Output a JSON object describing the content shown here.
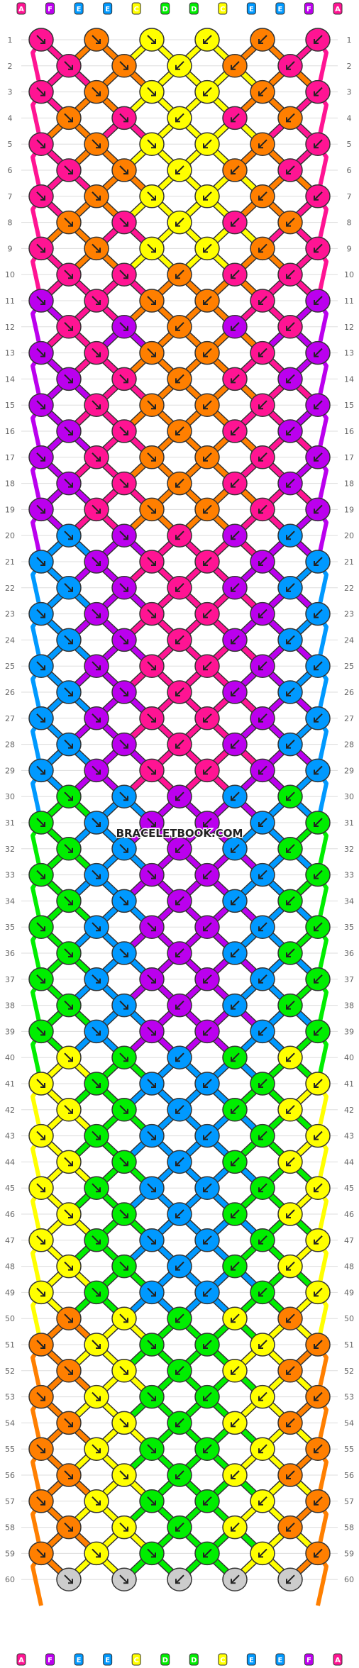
{
  "pattern": {
    "rows": 60,
    "strings": 12,
    "string_letters": [
      "A",
      "F",
      "E",
      "E",
      "C",
      "D",
      "D",
      "C",
      "E",
      "E",
      "F",
      "A"
    ],
    "bottom_letters": [
      "A",
      "F",
      "E",
      "E",
      "C",
      "D",
      "D",
      "C",
      "E",
      "E",
      "F",
      "A"
    ],
    "watermark": "BRACELETBOOK.COM"
  },
  "palette": {
    "A": "#ff1493",
    "B": "#ff7f00",
    "C": "#ffff00",
    "D": "#00ee00",
    "E": "#0099ff",
    "F": "#bb00ee",
    "line": "#555555",
    "grid": "#dddddd",
    "text": "#666666"
  },
  "row_colors": [
    [
      "A",
      "B",
      "C",
      "C",
      "B",
      "A"
    ],
    [
      "A",
      "B",
      "C",
      "C",
      "B",
      "A"
    ],
    [
      "A",
      "B",
      "C",
      "C",
      "B",
      "A"
    ],
    [
      "B",
      "A",
      "C",
      "C",
      "A",
      "B"
    ],
    [
      "A",
      "B",
      "C",
      "C",
      "B",
      "A"
    ],
    [
      "A",
      "B",
      "C",
      "C",
      "B",
      "A"
    ],
    [
      "A",
      "B",
      "C",
      "C",
      "B",
      "A"
    ],
    [
      "B",
      "A",
      "C",
      "C",
      "A",
      "B"
    ],
    [
      "A",
      "B",
      "C",
      "C",
      "B",
      "A"
    ],
    [
      "A",
      "A",
      "B",
      "B",
      "A",
      "A"
    ],
    [
      "F",
      "A",
      "B",
      "B",
      "A",
      "F"
    ],
    [
      "A",
      "F",
      "B",
      "B",
      "F",
      "A"
    ],
    [
      "F",
      "A",
      "B",
      "B",
      "A",
      "F"
    ],
    [
      "F",
      "A",
      "B",
      "B",
      "A",
      "F"
    ],
    [
      "F",
      "A",
      "B",
      "B",
      "A",
      "F"
    ],
    [
      "F",
      "A",
      "B",
      "B",
      "A",
      "F"
    ],
    [
      "F",
      "A",
      "B",
      "B",
      "A",
      "F"
    ],
    [
      "F",
      "A",
      "B",
      "B",
      "A",
      "F"
    ],
    [
      "F",
      "A",
      "B",
      "B",
      "A",
      "F"
    ],
    [
      "E",
      "F",
      "A",
      "A",
      "F",
      "E"
    ],
    [
      "E",
      "F",
      "A",
      "A",
      "F",
      "E"
    ],
    [
      "E",
      "F",
      "A",
      "A",
      "F",
      "E"
    ],
    [
      "E",
      "F",
      "A",
      "A",
      "F",
      "E"
    ],
    [
      "E",
      "F",
      "A",
      "A",
      "F",
      "E"
    ],
    [
      "E",
      "F",
      "A",
      "A",
      "F",
      "E"
    ],
    [
      "E",
      "F",
      "A",
      "A",
      "F",
      "E"
    ],
    [
      "E",
      "F",
      "A",
      "A",
      "F",
      "E"
    ],
    [
      "E",
      "F",
      "A",
      "A",
      "F",
      "E"
    ],
    [
      "E",
      "F",
      "A",
      "A",
      "F",
      "E"
    ],
    [
      "D",
      "E",
      "F",
      "F",
      "E",
      "D"
    ],
    [
      "D",
      "E",
      "F",
      "F",
      "E",
      "D"
    ],
    [
      "D",
      "E",
      "F",
      "F",
      "E",
      "D"
    ],
    [
      "D",
      "E",
      "F",
      "F",
      "E",
      "D"
    ],
    [
      "D",
      "E",
      "F",
      "F",
      "E",
      "D"
    ],
    [
      "D",
      "E",
      "F",
      "F",
      "E",
      "D"
    ],
    [
      "D",
      "E",
      "F",
      "F",
      "E",
      "D"
    ],
    [
      "D",
      "E",
      "F",
      "F",
      "E",
      "D"
    ],
    [
      "D",
      "E",
      "F",
      "F",
      "E",
      "D"
    ],
    [
      "D",
      "E",
      "F",
      "F",
      "E",
      "D"
    ],
    [
      "C",
      "D",
      "E",
      "E",
      "D",
      "C"
    ],
    [
      "C",
      "D",
      "E",
      "E",
      "D",
      "C"
    ],
    [
      "C",
      "D",
      "E",
      "E",
      "D",
      "C"
    ],
    [
      "C",
      "D",
      "E",
      "E",
      "D",
      "C"
    ],
    [
      "C",
      "D",
      "E",
      "E",
      "D",
      "C"
    ],
    [
      "C",
      "D",
      "E",
      "E",
      "D",
      "C"
    ],
    [
      "C",
      "D",
      "E",
      "E",
      "D",
      "C"
    ],
    [
      "C",
      "D",
      "E",
      "E",
      "D",
      "C"
    ],
    [
      "C",
      "D",
      "E",
      "E",
      "D",
      "C"
    ],
    [
      "C",
      "D",
      "E",
      "E",
      "D",
      "C"
    ],
    [
      "B",
      "C",
      "D",
      "D",
      "C",
      "B"
    ],
    [
      "B",
      "C",
      "D",
      "D",
      "C",
      "B"
    ],
    [
      "B",
      "C",
      "D",
      "D",
      "C",
      "B"
    ],
    [
      "B",
      "C",
      "D",
      "D",
      "C",
      "B"
    ],
    [
      "B",
      "C",
      "D",
      "D",
      "C",
      "B"
    ],
    [
      "B",
      "C",
      "D",
      "D",
      "C",
      "B"
    ],
    [
      "B",
      "C",
      "D",
      "D",
      "C",
      "B"
    ],
    [
      "B",
      "C",
      "D",
      "D",
      "C",
      "B"
    ],
    [
      "B",
      "C",
      "D",
      "D",
      "C",
      "B"
    ],
    [
      "B",
      "C",
      "D",
      "D",
      "C",
      "B"
    ]
  ]
}
